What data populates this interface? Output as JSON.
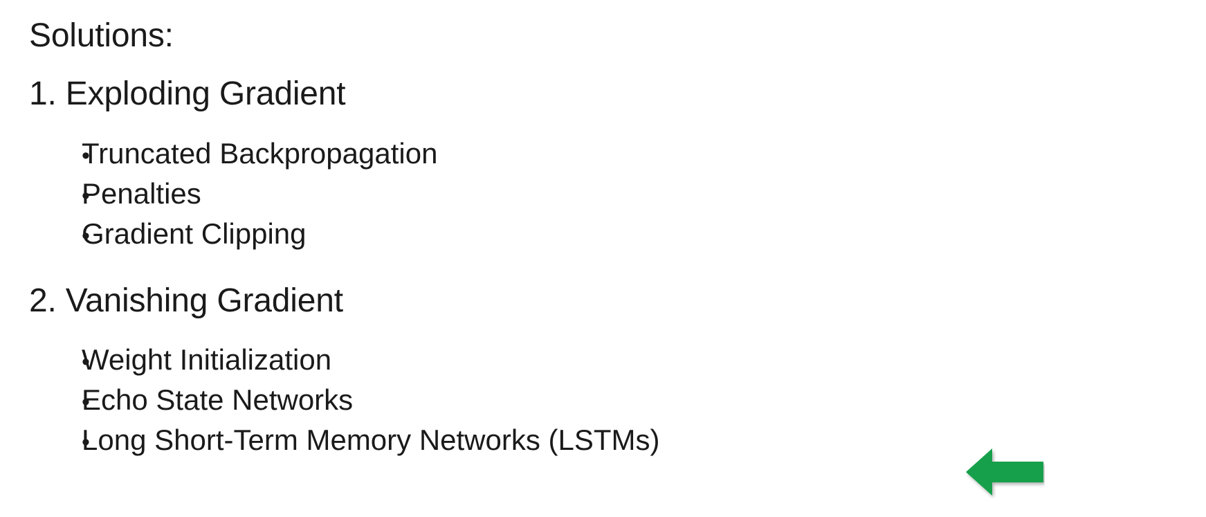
{
  "slide": {
    "background_color": "#ffffff",
    "text_color": "#1a1a1a",
    "title": "Solutions:",
    "sections": [
      {
        "heading": "1. Exploding Gradient",
        "bullets": [
          "Truncated Backpropagation",
          "Penalties",
          "Gradient Clipping"
        ]
      },
      {
        "heading": "2. Vanishing Gradient",
        "bullets": [
          "Weight Initialization",
          "Echo State Networks",
          "Long Short-Term Memory Networks (LSTMs)"
        ]
      }
    ],
    "bullet_glyph": "•",
    "annotation": {
      "icon": "arrow-left-icon",
      "color": "#12a04c",
      "points_to": "Long Short-Term Memory Networks (LSTMs)"
    }
  }
}
